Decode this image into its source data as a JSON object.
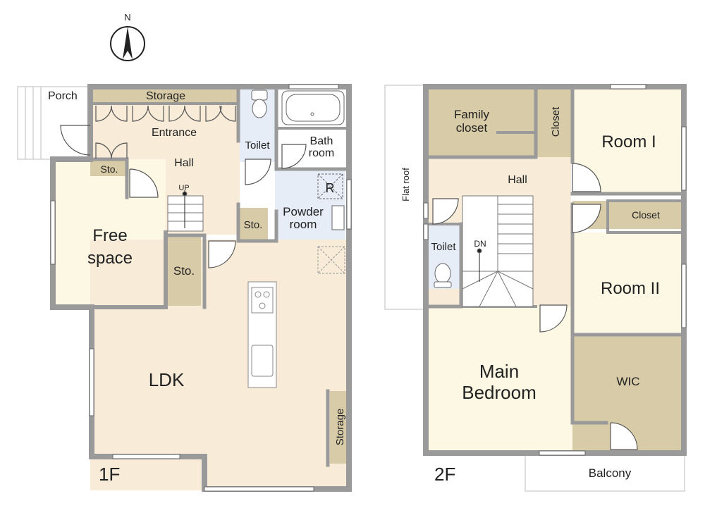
{
  "compass": {
    "label": "N"
  },
  "colors": {
    "wall": "#9a9a9a",
    "floor_hall": "#f8ecd9",
    "floor_room": "#fcf8e3",
    "floor_wet": "#e6edf7",
    "floor_storage": "#d8cba7",
    "outline": "#888888"
  },
  "floor1": {
    "label": "1F",
    "porch": "Porch",
    "storage_top": "Storage",
    "entrance": "Entrance",
    "hall": "Hall",
    "toilet": "Toilet",
    "bath": [
      "Bath",
      "room"
    ],
    "sto_entrance": "Sto.",
    "up": "UP",
    "refrigerator": "R",
    "sto_small": "Sto.",
    "powder": [
      "Powder",
      "room"
    ],
    "free_space": [
      "Free",
      "space"
    ],
    "sto_stairs": "Sto.",
    "ldk": "LDK",
    "storage_right": "Storage"
  },
  "floor2": {
    "label": "2F",
    "flat_roof": "Flat roof",
    "family_closet": [
      "Family",
      "closet"
    ],
    "closet_vertical": "Closet",
    "room1": "Room I",
    "hall": "Hall",
    "closet_horizontal": "Closet",
    "toilet": "Toilet",
    "dn": "DN",
    "room2": "Room II",
    "main_bedroom": [
      "Main",
      "Bedroom"
    ],
    "wic": "WIC",
    "balcony": "Balcony"
  }
}
